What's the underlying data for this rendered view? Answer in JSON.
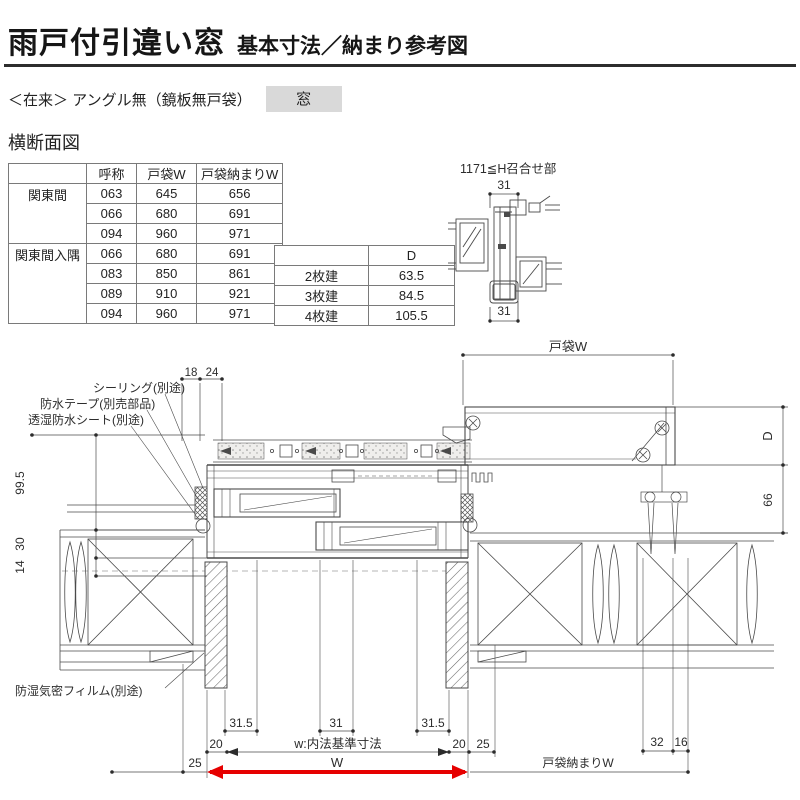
{
  "header": {
    "title": "雨戸付引違い窓",
    "subtitle": "基本寸法／納まり参考図"
  },
  "variant": {
    "label": "＜在来＞ アングル無（鏡板無戸袋）",
    "badge": "窓"
  },
  "section_title": "横断面図",
  "spec_table": {
    "headers": [
      "呼称",
      "戸袋W",
      "戸袋納まりW"
    ],
    "groups": [
      {
        "name": "関東間",
        "rows": [
          [
            "063",
            "645",
            "656"
          ],
          [
            "066",
            "680",
            "691"
          ],
          [
            "094",
            "960",
            "971"
          ]
        ]
      },
      {
        "name": "関東間入隅",
        "rows": [
          [
            "066",
            "680",
            "691"
          ],
          [
            "083",
            "850",
            "861"
          ],
          [
            "089",
            "910",
            "921"
          ],
          [
            "094",
            "960",
            "971"
          ]
        ]
      }
    ]
  },
  "depth_table": {
    "col_header": "D",
    "rows": [
      {
        "label": "2枚建",
        "value": "63.5"
      },
      {
        "label": "3枚建",
        "value": "84.5"
      },
      {
        "label": "4枚建",
        "value": "105.5"
      }
    ]
  },
  "detail_inset": {
    "title": "1171≦H召合せ部",
    "dim_top": "31",
    "dim_bottom": "31"
  },
  "drawing": {
    "callouts": {
      "sealing": "シーリング(別途)",
      "tape": "防水テープ(別売部品)",
      "sheet": "透湿防水シート(別途)",
      "film": "防湿気密フィルム(別途)"
    },
    "dims": {
      "top_18": "18",
      "top_24": "24",
      "tobukuro_w": "戸袋W",
      "depth_d": "D",
      "h66": "66",
      "left_99_5": "99.5",
      "left_30": "30",
      "left_14": "14",
      "b31_5_l": "31.5",
      "b31": "31",
      "b31_5_r": "31.5",
      "b20_l": "20",
      "b20_r": "20",
      "b25_r": "25",
      "b25_l": "25",
      "w_base": "w:内法基準寸法",
      "w": "W",
      "b32": "32",
      "b16": "16",
      "tobukuro_osamari_w": "戸袋納まりW"
    }
  },
  "colors": {
    "accent_red": "#e60000",
    "badge_bg": "#d9d9d9",
    "line": "#4a4a4a"
  }
}
